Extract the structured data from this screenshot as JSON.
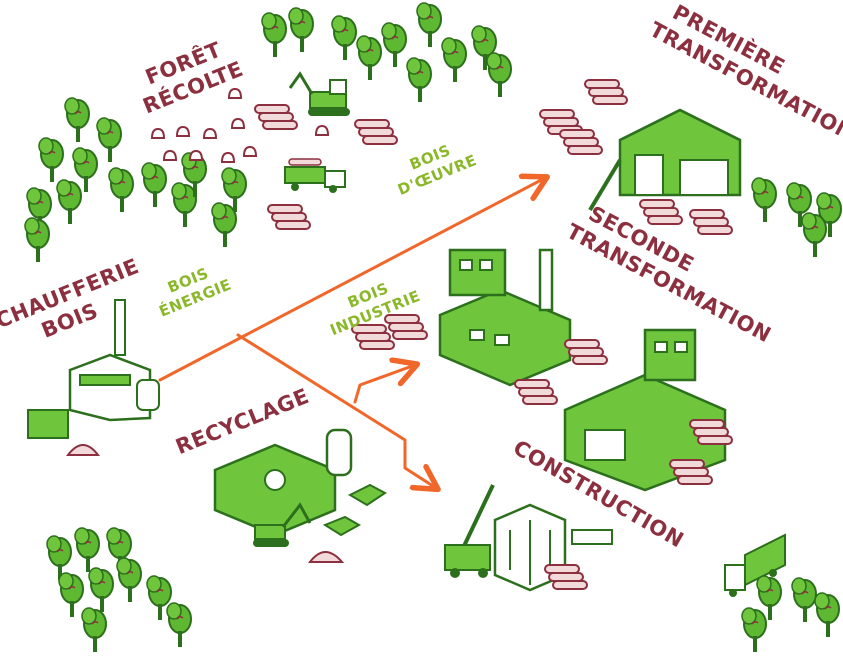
{
  "colors": {
    "maroon": "#8c2f3e",
    "maroon_light": "#f3dada",
    "green": "#5fb832",
    "green_dark": "#2c6f1c",
    "olive_label": "#8bb82a",
    "arrow": "#f1672a"
  },
  "stages": {
    "foret_recolte": [
      "FORÊT",
      "RÉCOLTE"
    ],
    "premiere_transformation": [
      "PREMIÈRE",
      "TRANSFORMATION"
    ],
    "seconde_transformation": [
      "SECONDE",
      "TRANSFORMATION"
    ],
    "chaufferie_bois": [
      "CHAUFFERIE",
      "BOIS"
    ],
    "recyclage": "RECYCLAGE",
    "construction": "CONSTRUCTION"
  },
  "wood_types": {
    "bois_oeuvre": [
      "BOIS",
      "D'ŒUVRE"
    ],
    "bois_energie": [
      "BOIS",
      "ÉNERGIE"
    ],
    "bois_industrie": [
      "BOIS",
      "INDUSTRIE"
    ]
  },
  "icons": [
    "tree-icon",
    "log-pile-icon",
    "stump-icon",
    "excavator-icon",
    "log-truck-icon",
    "sawmill-icon",
    "factory-icon",
    "workshop-icon",
    "boiler-house-icon",
    "recycling-hangar-icon",
    "crane-icon",
    "pallet-icon",
    "semi-truck-icon",
    "woodchip-pile-icon"
  ]
}
